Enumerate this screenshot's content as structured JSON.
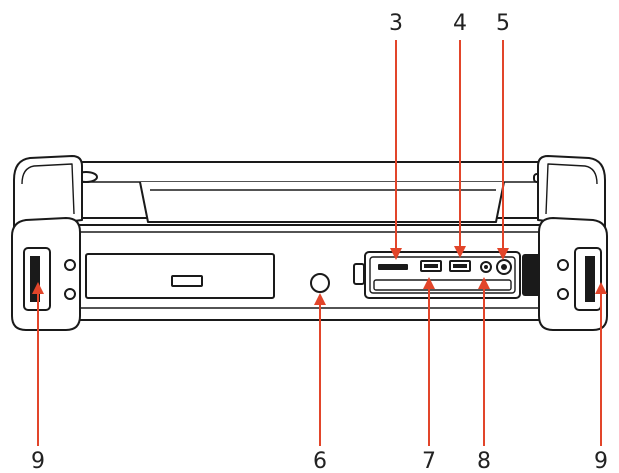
{
  "callouts": [
    {
      "id": "3",
      "label": "3"
    },
    {
      "id": "4",
      "label": "4"
    },
    {
      "id": "5",
      "label": "5"
    },
    {
      "id": "6",
      "label": "6"
    },
    {
      "id": "7",
      "label": "7"
    },
    {
      "id": "8",
      "label": "8"
    },
    {
      "id": "9L",
      "label": "9"
    },
    {
      "id": "9R",
      "label": "9"
    }
  ],
  "colors": {
    "leader": "#e2452a",
    "outline": "#1a1a1a",
    "background": "#ffffff"
  }
}
